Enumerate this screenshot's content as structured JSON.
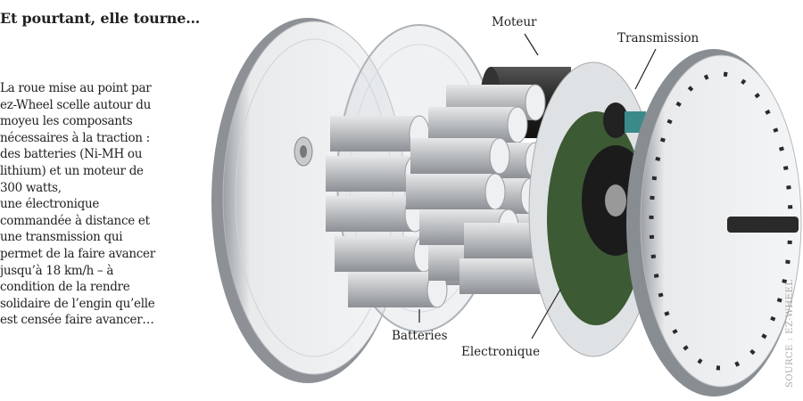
{
  "title": "Et pourtant, elle tourne…",
  "paragraph_lines": [
    "La roue mise au point par",
    "ez-Wheel scelle autour du",
    "moyeu les composants",
    "nécessaires à la traction :",
    "des batteries (Ni-MH ou",
    "lithium) et un moteur de",
    "300 watts,",
    "une électronique",
    "commandée à distance et",
    "une transmission qui",
    "permet de la faire avancer",
    "jusqu’à 18 km/h – à",
    "condition de la rendre",
    "solidaire de l’engin qu’elle",
    "est censée faire avancer…"
  ],
  "labels": {
    "motor": "Moteur",
    "transmission": "Transmission",
    "batteries": "Batteries",
    "electronics": "Electronique"
  },
  "source": "SOURCE : EZ-WHEEL"
}
